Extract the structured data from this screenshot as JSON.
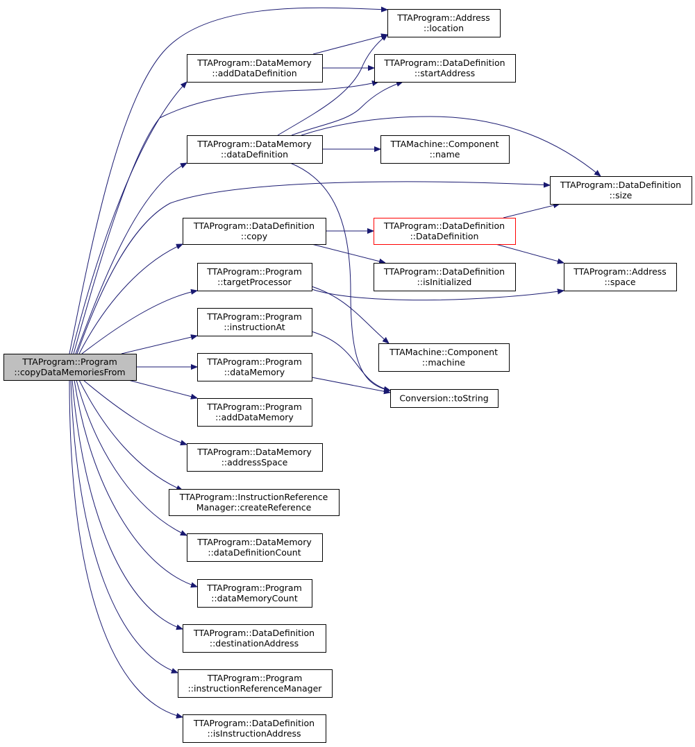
{
  "diagram": {
    "title": "",
    "colors": {
      "edge": "#191970",
      "root_fill": "#bfbfbf",
      "node_border": "#000000",
      "highlight_border": "#ff0000"
    },
    "nodes": [
      {
        "id": "root",
        "lines": [
          "TTAProgram::Program",
          "::copyDataMemoriesFrom"
        ],
        "style": "root"
      },
      {
        "id": "addr_location",
        "lines": [
          "TTAProgram::Address",
          "::location"
        ]
      },
      {
        "id": "dm_add",
        "lines": [
          "TTAProgram::DataMemory",
          "::addDataDefinition"
        ]
      },
      {
        "id": "dd_start",
        "lines": [
          "TTAProgram::DataDefinition",
          "::startAddress"
        ]
      },
      {
        "id": "dm_dd",
        "lines": [
          "TTAProgram::DataMemory",
          "::dataDefinition"
        ]
      },
      {
        "id": "comp_name",
        "lines": [
          "TTAMachine::Component",
          "::name"
        ]
      },
      {
        "id": "dd_size",
        "lines": [
          "TTAProgram::DataDefinition",
          "::size"
        ]
      },
      {
        "id": "dd_copy",
        "lines": [
          "TTAProgram::DataDefinition",
          "::copy"
        ]
      },
      {
        "id": "dd_ctor",
        "lines": [
          "TTAProgram::DataDefinition",
          "::DataDefinition"
        ],
        "style": "red"
      },
      {
        "id": "addr_space",
        "lines": [
          "TTAProgram::Address",
          "::space"
        ]
      },
      {
        "id": "prog_target",
        "lines": [
          "TTAProgram::Program",
          "::targetProcessor"
        ]
      },
      {
        "id": "dd_isinit",
        "lines": [
          "TTAProgram::DataDefinition",
          "::isInitialized"
        ]
      },
      {
        "id": "prog_instrat",
        "lines": [
          "TTAProgram::Program",
          "::instructionAt"
        ]
      },
      {
        "id": "comp_machine",
        "lines": [
          "TTAMachine::Component",
          "::machine"
        ]
      },
      {
        "id": "prog_dm",
        "lines": [
          "TTAProgram::Program",
          "::dataMemory"
        ]
      },
      {
        "id": "conv_tostring",
        "lines": [
          "Conversion::toString"
        ]
      },
      {
        "id": "prog_adddm",
        "lines": [
          "TTAProgram::Program",
          "::addDataMemory"
        ]
      },
      {
        "id": "dm_addrspace",
        "lines": [
          "TTAProgram::DataMemory",
          "::addressSpace"
        ]
      },
      {
        "id": "irm_create",
        "lines": [
          "TTAProgram::InstructionReference",
          "Manager::createReference"
        ]
      },
      {
        "id": "dm_ddcount",
        "lines": [
          "TTAProgram::DataMemory",
          "::dataDefinitionCount"
        ]
      },
      {
        "id": "prog_dmcount",
        "lines": [
          "TTAProgram::Program",
          "::dataMemoryCount"
        ]
      },
      {
        "id": "dd_dest",
        "lines": [
          "TTAProgram::DataDefinition",
          "::destinationAddress"
        ]
      },
      {
        "id": "prog_irm",
        "lines": [
          "TTAProgram::Program",
          "::instructionReferenceManager"
        ]
      },
      {
        "id": "dd_isinstr",
        "lines": [
          "TTAProgram::DataDefinition",
          "::isInstructionAddress"
        ]
      }
    ],
    "edges": [
      {
        "from": "root",
        "to": "addr_location"
      },
      {
        "from": "root",
        "to": "dm_add"
      },
      {
        "from": "root",
        "to": "dd_start"
      },
      {
        "from": "root",
        "to": "dm_dd"
      },
      {
        "from": "root",
        "to": "dd_size"
      },
      {
        "from": "root",
        "to": "dd_copy"
      },
      {
        "from": "root",
        "to": "prog_target"
      },
      {
        "from": "root",
        "to": "prog_instrat"
      },
      {
        "from": "root",
        "to": "prog_dm"
      },
      {
        "from": "root",
        "to": "prog_adddm"
      },
      {
        "from": "root",
        "to": "dm_addrspace"
      },
      {
        "from": "root",
        "to": "irm_create"
      },
      {
        "from": "root",
        "to": "dm_ddcount"
      },
      {
        "from": "root",
        "to": "prog_dmcount"
      },
      {
        "from": "root",
        "to": "dd_dest"
      },
      {
        "from": "root",
        "to": "prog_irm"
      },
      {
        "from": "root",
        "to": "dd_isinstr"
      },
      {
        "from": "dm_add",
        "to": "addr_location"
      },
      {
        "from": "dm_add",
        "to": "dd_start"
      },
      {
        "from": "dm_dd",
        "to": "addr_location"
      },
      {
        "from": "dm_dd",
        "to": "dd_start"
      },
      {
        "from": "dm_dd",
        "to": "dd_size"
      },
      {
        "from": "dm_dd",
        "to": "comp_name"
      },
      {
        "from": "dm_dd",
        "to": "conv_tostring"
      },
      {
        "from": "dd_copy",
        "to": "dd_ctor"
      },
      {
        "from": "dd_copy",
        "to": "dd_isinit"
      },
      {
        "from": "dd_ctor",
        "to": "dd_size"
      },
      {
        "from": "dd_ctor",
        "to": "addr_space"
      },
      {
        "from": "prog_target",
        "to": "addr_space"
      },
      {
        "from": "prog_target",
        "to": "comp_machine"
      },
      {
        "from": "prog_instrat",
        "to": "conv_tostring"
      },
      {
        "from": "prog_dm",
        "to": "conv_tostring"
      }
    ]
  }
}
